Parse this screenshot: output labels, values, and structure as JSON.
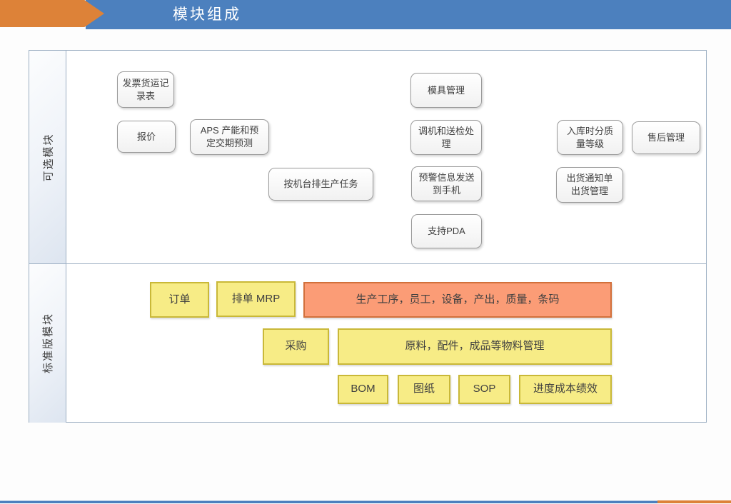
{
  "slide": {
    "title": "模块组成"
  },
  "colors": {
    "header_blue": "#4C80BE",
    "header_orange": "#DD8238",
    "frame_border": "#9CAFC3",
    "yellow_fill": "#F7EC86",
    "yellow_border": "#C9B838",
    "salmon_fill": "#FB9C76",
    "salmon_border": "#D2703B"
  },
  "optional_section": {
    "label": "可选模块",
    "boxes": [
      {
        "label": "发票货运记\n录表"
      },
      {
        "label": "报价"
      },
      {
        "label": "APS 产能和预\n定交期预测"
      },
      {
        "label": "按机台排生产任务"
      },
      {
        "label": "模具管理"
      },
      {
        "label": "调机和送检处\n理"
      },
      {
        "label": "预警信息发送\n到手机"
      },
      {
        "label": "支持PDA"
      },
      {
        "label": "入库时分质\n量等级"
      },
      {
        "label": "售后管理"
      },
      {
        "label": "出货通知单\n出货管理"
      }
    ]
  },
  "standard_section": {
    "label": "标准版模块",
    "boxes": [
      {
        "label": "订单"
      },
      {
        "label": "排单 MRP"
      },
      {
        "label": "生产工序，员工，设备，产出，质量，条码"
      },
      {
        "label": "采购"
      },
      {
        "label": "原料，配件，成品等物料管理"
      },
      {
        "label": "BOM"
      },
      {
        "label": "图纸"
      },
      {
        "label": "SOP"
      },
      {
        "label": "进度成本绩效"
      }
    ]
  }
}
